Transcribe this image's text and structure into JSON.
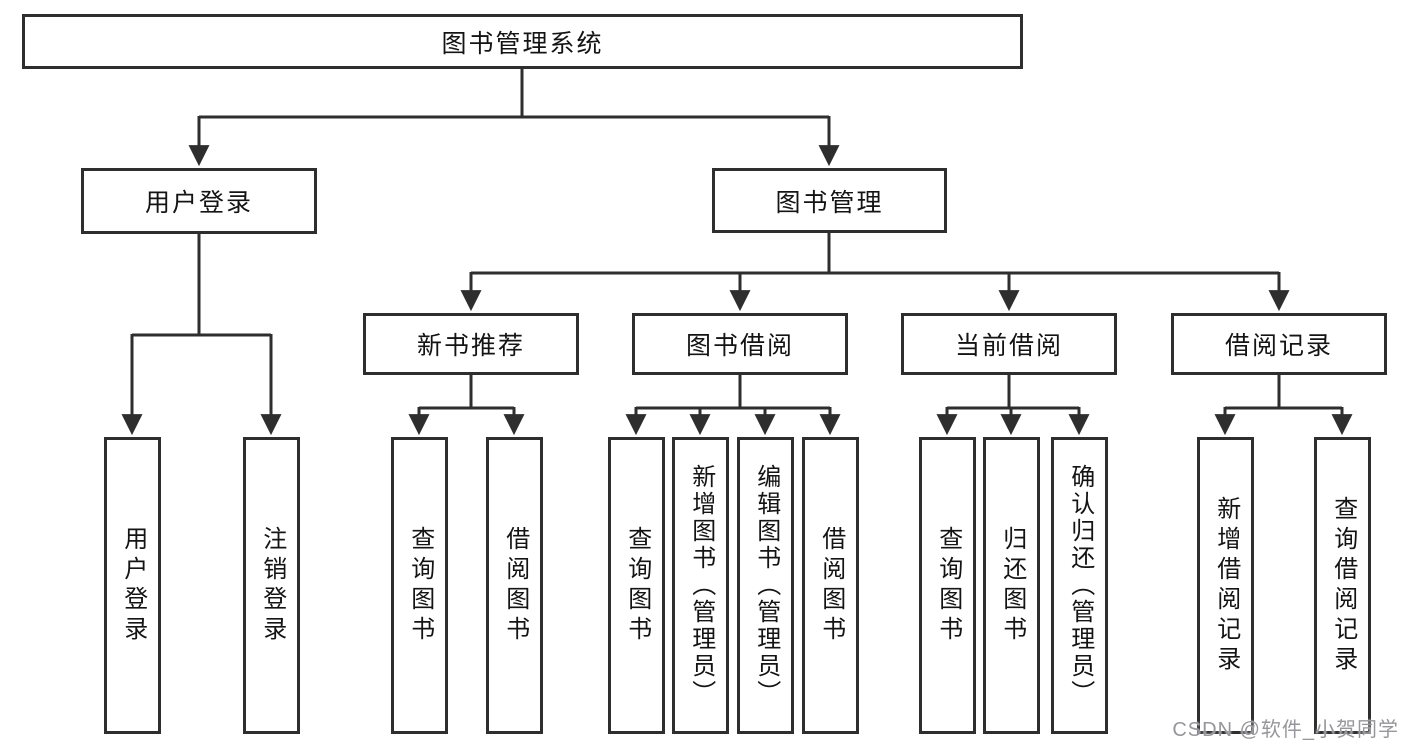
{
  "diagram": {
    "title": "图书管理系统",
    "root": {
      "label": "图书管理系统"
    },
    "branches": [
      {
        "label": "用户登录"
      },
      {
        "label": "图书管理"
      }
    ],
    "modules": [
      {
        "label": "新书推荐"
      },
      {
        "label": "图书借阅"
      },
      {
        "label": "当前借阅"
      },
      {
        "label": "借阅记录"
      }
    ],
    "leaves": [
      {
        "label": "用户登录"
      },
      {
        "label": "注销登录"
      },
      {
        "label": "查询图书"
      },
      {
        "label": "借阅图书"
      },
      {
        "label": "查询图书"
      },
      {
        "label": "新增图书（管理员）"
      },
      {
        "label": "编辑图书（管理员）"
      },
      {
        "label": "借阅图书"
      },
      {
        "label": "查询图书"
      },
      {
        "label": "归还图书"
      },
      {
        "label": "确认归还（管理员）"
      },
      {
        "label": "新增借阅记录"
      },
      {
        "label": "查询借阅记录"
      }
    ],
    "watermark": "CSDN @软件_小贺同学"
  },
  "colors": {
    "line": "#2e2e2e",
    "text": "#141414",
    "watermark": "#96969b",
    "background": "#ffffff"
  }
}
